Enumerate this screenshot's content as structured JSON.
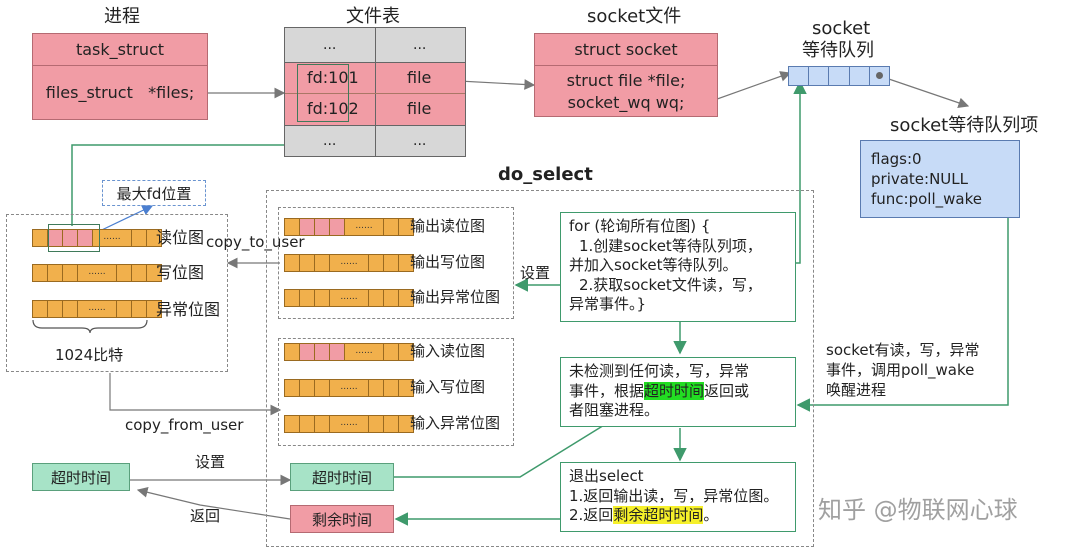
{
  "titles": {
    "process": "进程",
    "file_table": "文件表",
    "socket_file": "socket文件",
    "socket_wait_queue_1": "socket",
    "socket_wait_queue_2": "等待队列",
    "wait_queue_item": "socket等待队列项",
    "do_select": "do_select"
  },
  "process": {
    "header": "task_struct",
    "body": "files_struct   *files;"
  },
  "file_table": {
    "cells": [
      "...",
      "...",
      "fd:101",
      "file",
      "fd:102",
      "file",
      "...",
      "..."
    ]
  },
  "socket": {
    "header": "struct socket",
    "line1": "struct file *file;",
    "line2": "socket_wq wq;"
  },
  "wait_item": {
    "line1": "flags:0",
    "line2": "private:NULL",
    "line3": "func:poll_wake"
  },
  "max_fd": "最大fd位置",
  "user_bitmaps": {
    "read": "读位图",
    "write": "写位图",
    "except": "异常位图",
    "size": "1024比特",
    "ellipsis": "......"
  },
  "labels": {
    "copy_to_user": "copy_to_user",
    "copy_from_user": "copy_from_user",
    "set": "设置",
    "set2": "设置",
    "return": "返回"
  },
  "out_bitmaps": {
    "read": "输出读位图",
    "write": "输出写位图",
    "except": "输出异常位图"
  },
  "in_bitmaps": {
    "read": "输入读位图",
    "write": "输入写位图",
    "except": "输入异常位图"
  },
  "loop_box": {
    "l1": "for (轮询所有位图) {",
    "l2": "1.创建socket等待队列项，",
    "l3": "并加入socket等待队列。",
    "l4": "2.获取socket文件读，写，",
    "l5": "异常事件。}"
  },
  "wait_box": {
    "l1": "未检测到任何读，写，异常",
    "l2a": "事件，根据",
    "l2b": "超时时间",
    "l2c": "返回或",
    "l3": "者阻塞进程。"
  },
  "exit_box": {
    "l1": "退出select",
    "l2": "1.返回输出读，写，异常位图。",
    "l3a": "2.返回",
    "l3b": "剩余超时时间",
    "l3c": "。"
  },
  "wake_note": {
    "l1": "socket有读，写，异常",
    "l2": "事件，调用poll_wake",
    "l3": "唤醒进程"
  },
  "timeout_user": "超时时间",
  "timeout_kernel": "超时时间",
  "remaining": "剩余时间",
  "watermark": "知乎 @物联网心球",
  "colors": {
    "pink": "#f19ca5",
    "orange": "#f1b04c",
    "blue": "#c7dbf7",
    "green": "#a7e3c7",
    "grey": "#d7d7d7"
  }
}
